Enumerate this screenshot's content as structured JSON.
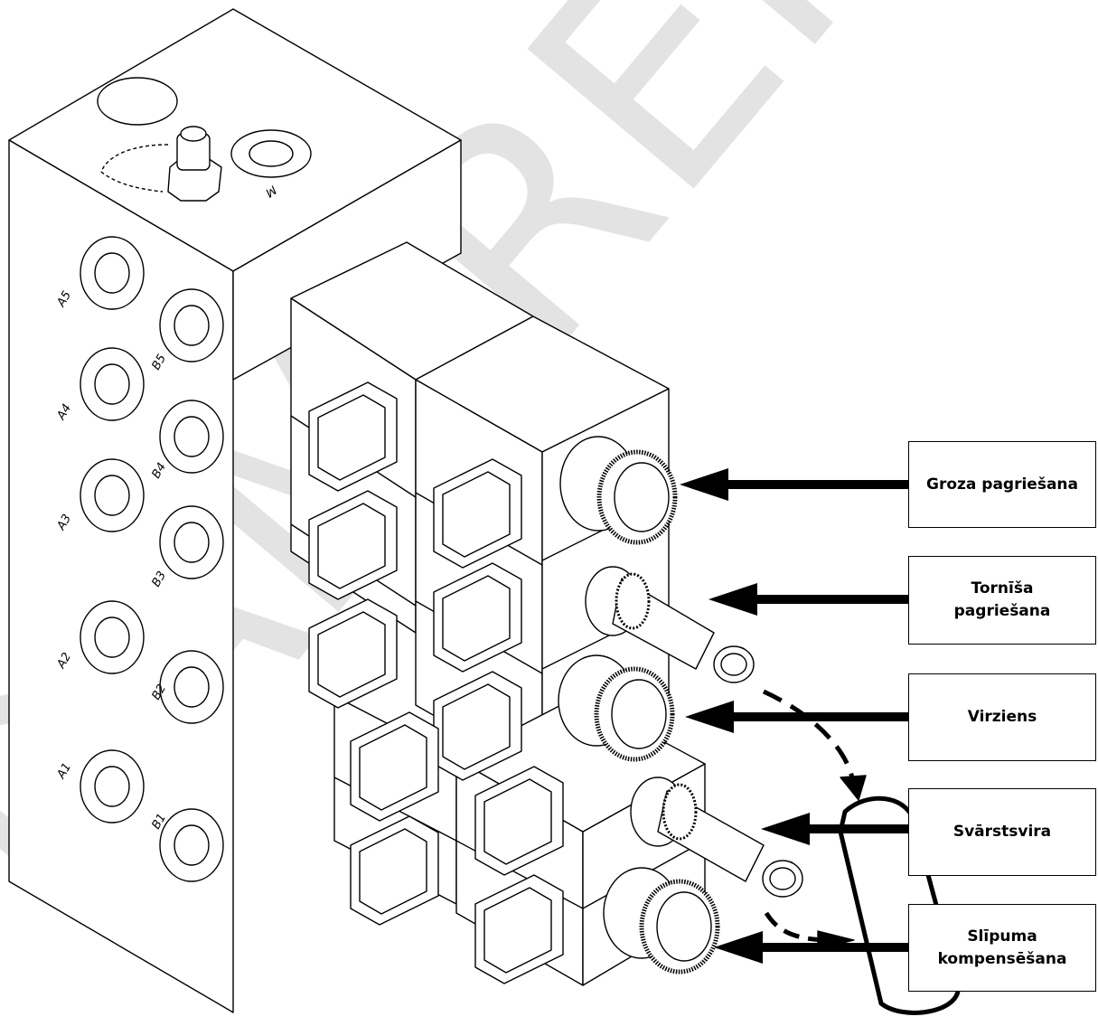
{
  "watermark": "RAMIRENT",
  "top_port_label": "M",
  "port_labels_a": [
    "A5",
    "A4",
    "A3",
    "A2",
    "A1"
  ],
  "port_labels_b": [
    "B5",
    "B4",
    "B3",
    "B2",
    "B1"
  ],
  "callouts": [
    {
      "line1": "Groza pagriešana",
      "line2": ""
    },
    {
      "line1": "Tornīša",
      "line2": "pagriešana"
    },
    {
      "line1": "Virziens",
      "line2": ""
    },
    {
      "line1": "Svārstsvira",
      "line2": ""
    },
    {
      "line1": "Slīpuma",
      "line2": "kompensēšana"
    }
  ],
  "colors": {
    "line": "#000000",
    "watermark": "#e3e3e3",
    "background": "#ffffff"
  }
}
